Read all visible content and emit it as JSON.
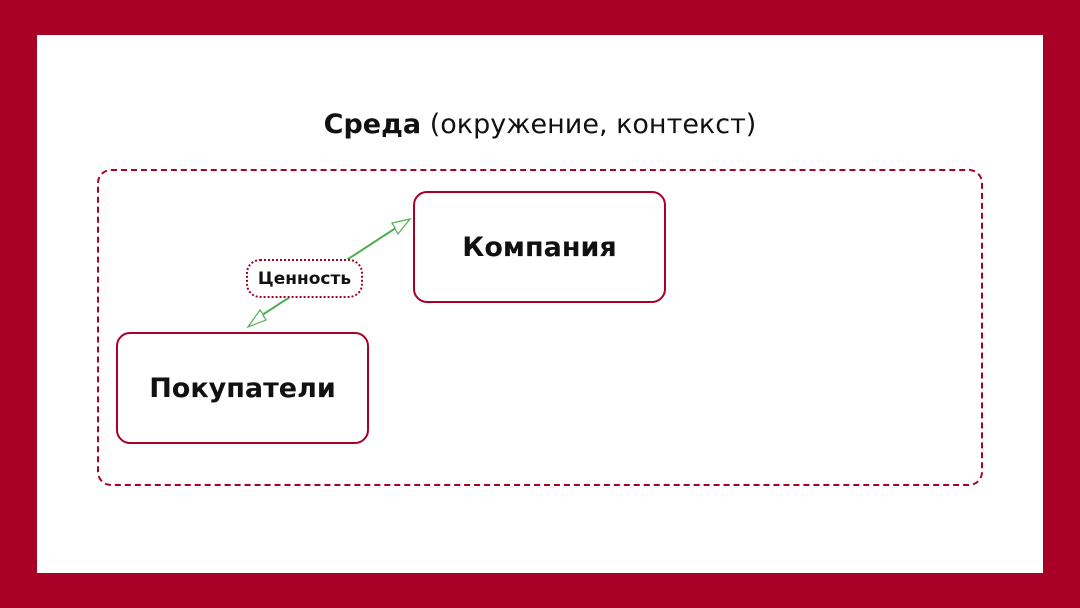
{
  "slide": {
    "title_bold": "Среда",
    "title_rest": "(окружение, контекст)"
  },
  "diagram": {
    "company_label": "Компания",
    "buyers_label": "Покупатели",
    "value_label": "Ценность"
  },
  "colors": {
    "frame": "#a80026",
    "arrow": "#4caf50"
  }
}
